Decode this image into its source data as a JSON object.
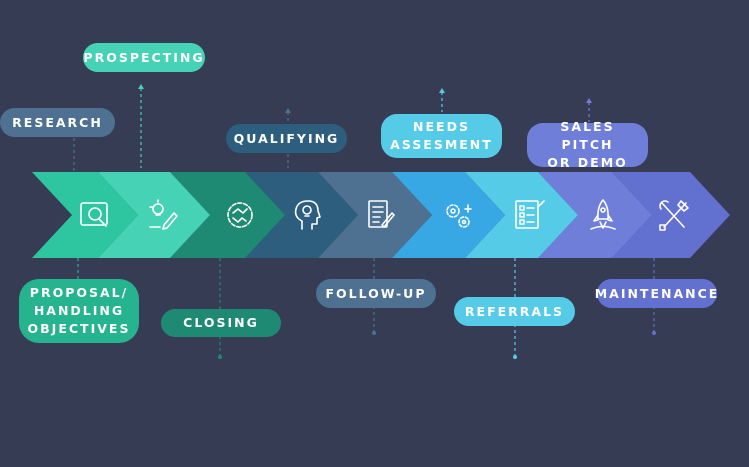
{
  "stages": [
    {
      "label": "RESEARCH",
      "icon": "magnifier-icon",
      "color": "#2ec6a0"
    },
    {
      "label": "PROSPECTING",
      "icon": "lightbulb-pencil-icon",
      "color": "#46d3b5"
    },
    {
      "label": "CLOSING",
      "icon": "handshake-gear-icon",
      "color": "#1f8a73"
    },
    {
      "label": "QUALIFYING",
      "icon": "head-lightbulb-icon",
      "color": "#2e5e7e"
    },
    {
      "label": "FOLLOW-UP",
      "icon": "document-pen-icon",
      "color": "#4f7191"
    },
    {
      "label": "NEEDS\nASSESMENT",
      "icon": "gears-icon",
      "color": "#38a8e4"
    },
    {
      "label": "REFERRALS",
      "icon": "checklist-icon",
      "color": "#56cbe8"
    },
    {
      "label": "SALES PITCH\nOR DEMO",
      "icon": "rocket-icon",
      "color": "#6f7ed9"
    },
    {
      "label": "MAINTENANCE",
      "icon": "tools-icon",
      "color": "#6270cf"
    }
  ],
  "labels": {
    "research": "RESEARCH",
    "prospecting": "PROSPECTING",
    "qualifying": "QUALIFYING",
    "needs": "NEEDS\nASSESMENT",
    "sales": "SALES PITCH\nOR DEMO",
    "proposal": "PROPOSAL/\nHANDLING\nOBJECTIVES",
    "closing": "CLOSING",
    "followup": "FOLLOW-UP",
    "referrals": "REFERRALS",
    "maintenance": "MAINTENANCE"
  },
  "colors": {
    "background": "#373c55",
    "research": "#4f7191",
    "prospecting": "#46d3b5",
    "qualifying": "#2e5e7e",
    "needs": "#56cbe8",
    "sales": "#6f7ed9",
    "proposal": "#26b48e",
    "closing": "#1f8a73",
    "followup": "#4f7191",
    "referrals": "#56cbe8",
    "maintenance": "#6270cf"
  }
}
